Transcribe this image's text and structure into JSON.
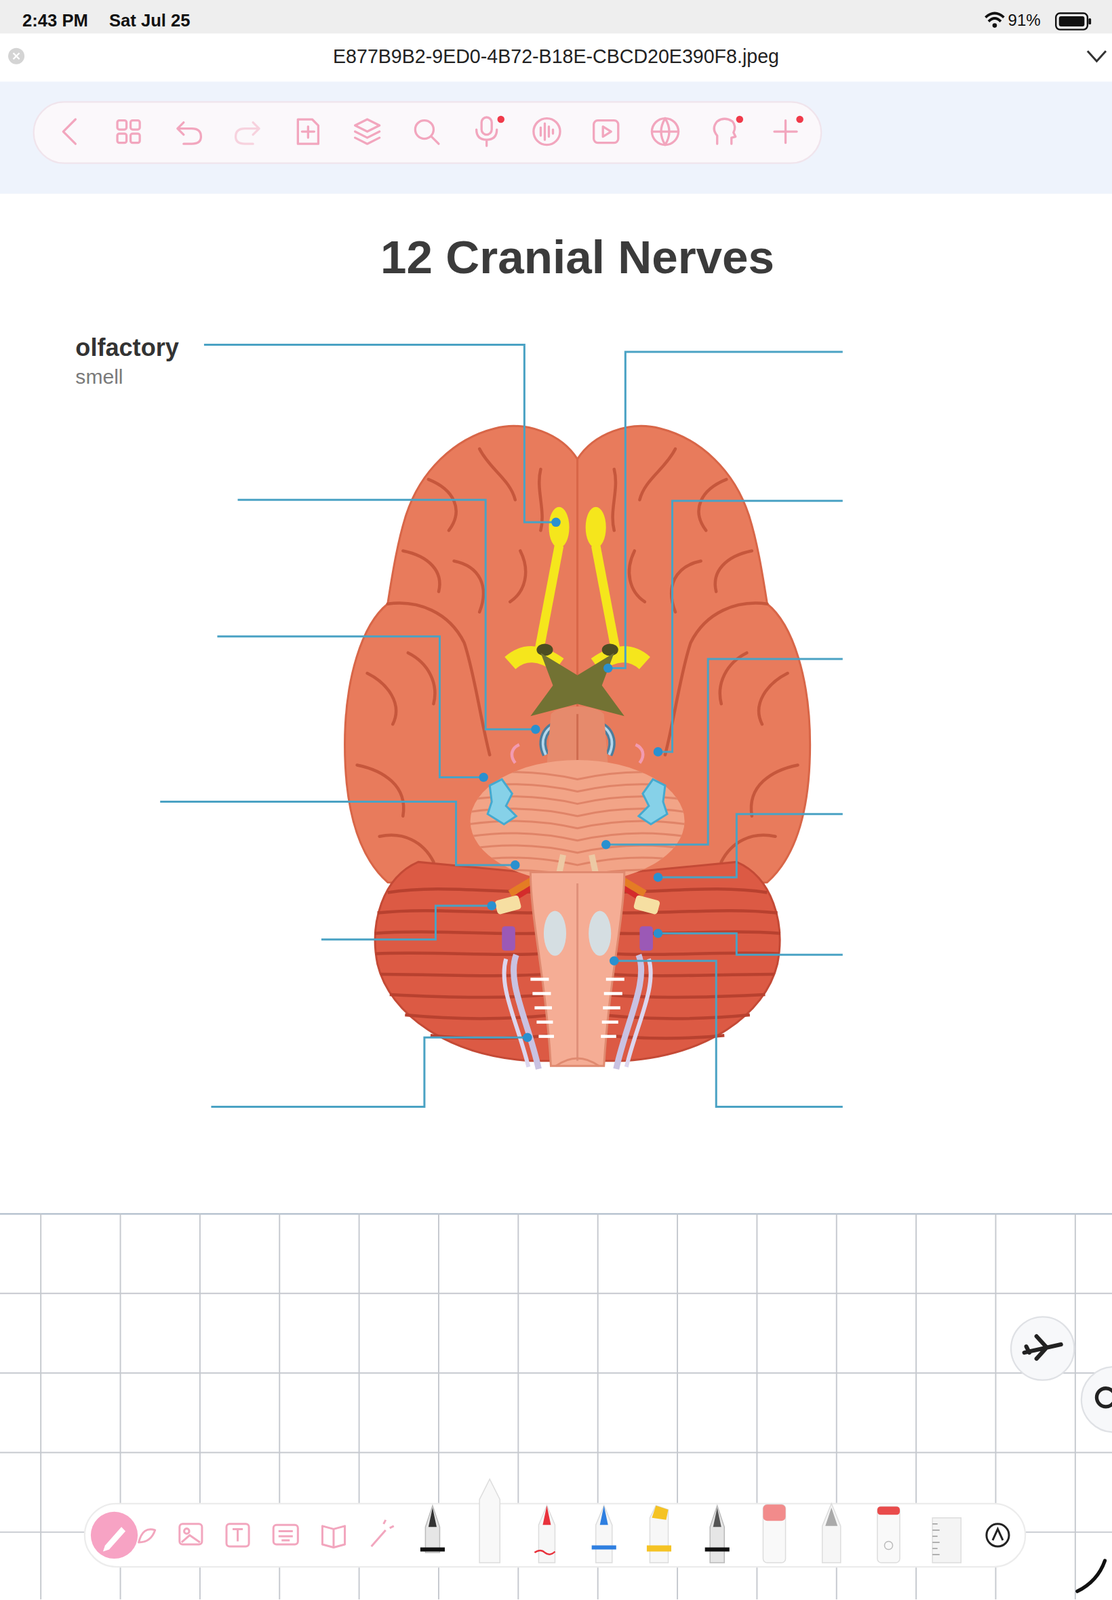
{
  "diagram": {
    "title": "12 Cranial Nerves",
    "labels": [
      "2:43 PM",
      "Sat Jul 25",
      "91%",
      "E877B9B2-9ED0-4B72-B18E-CBCD20E390F8.jpeg",
      "olfactory",
      "smell"
    ]
  }
}
